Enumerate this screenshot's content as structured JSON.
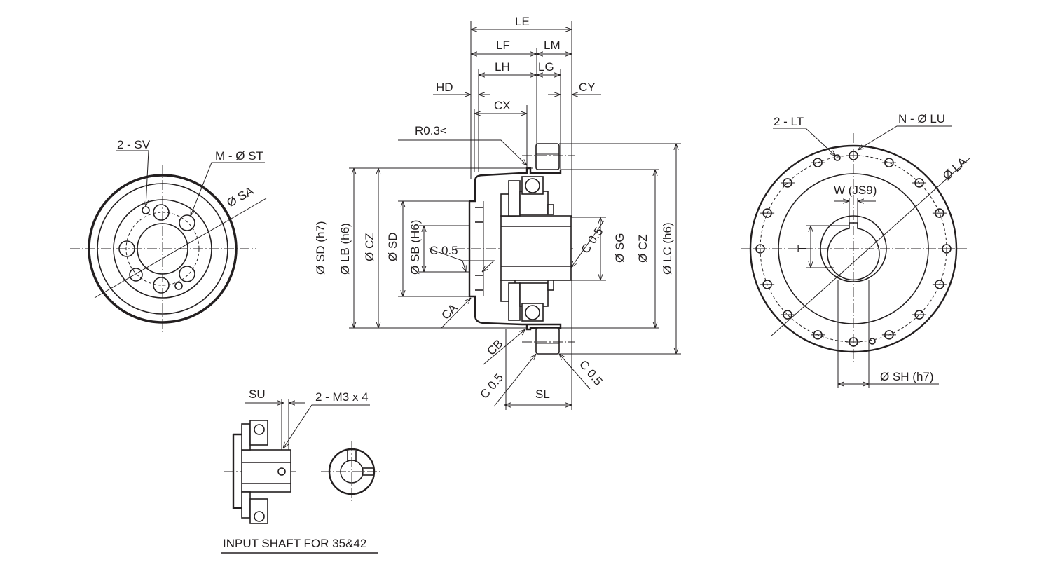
{
  "left_view": {
    "sv": "2 - SV",
    "st": "M - Ø ST",
    "sa": "Ø SA"
  },
  "section_view": {
    "le": "LE",
    "lf": "LF",
    "lm": "LM",
    "lh": "LH",
    "lg": "LG",
    "hd": "HD",
    "cx": "CX",
    "cy": "CY",
    "r03": "R0.3<",
    "sd_h7": "Ø SD (h7)",
    "lb_h6": "Ø LB (h6)",
    "cz_left": "Ø CZ",
    "sd": "Ø SD",
    "sb_h6": "Ø SB (H6)",
    "c05_left": "C 0.5",
    "ca": "CA",
    "cb": "CB",
    "c05_bottom_left": "C 0.5",
    "c05_bottom_right": "C 0.5",
    "c05_right": "C 0.5",
    "sg": "Ø SG",
    "cz_right": "Ø CZ",
    "lc_h6": "Ø LC (h6)",
    "sl": "SL"
  },
  "right_view": {
    "lt": "2 - LT",
    "lu": "N - Ø LU",
    "la": "Ø LA",
    "w": "W (JS9)",
    "t": "T",
    "sh": "Ø SH (h7)"
  },
  "input_shaft": {
    "su": "SU",
    "m3": "2 - M3 x 4",
    "caption": "INPUT SHAFT FOR 35&42"
  }
}
